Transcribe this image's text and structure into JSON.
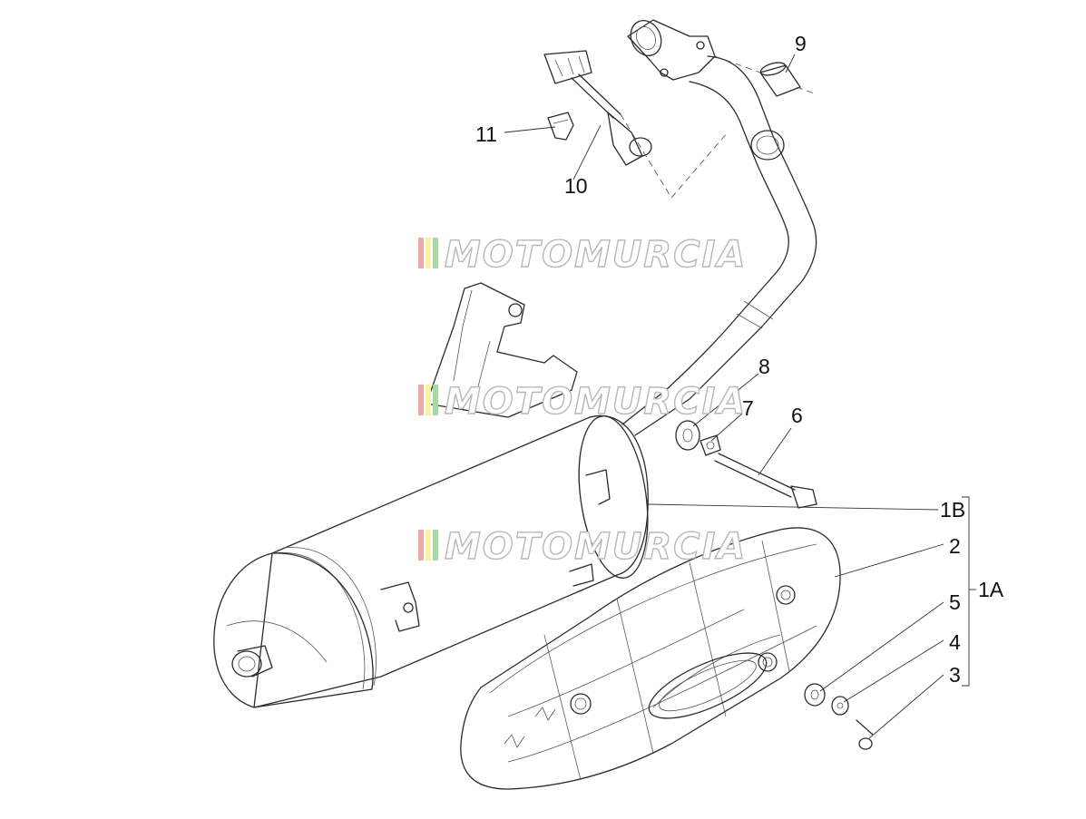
{
  "diagram": {
    "callouts": {
      "p1A": "1A",
      "p1B": "1B",
      "p2": "2",
      "p3": "3",
      "p4": "4",
      "p5": "5",
      "p6": "6",
      "p7": "7",
      "p8": "8",
      "p9": "9",
      "p10": "10",
      "p11": "11"
    },
    "watermark": "MOTOMURCIA",
    "watermark_colors": [
      "#f2a7a7",
      "#f7f1a0",
      "#a8d8a8"
    ]
  }
}
